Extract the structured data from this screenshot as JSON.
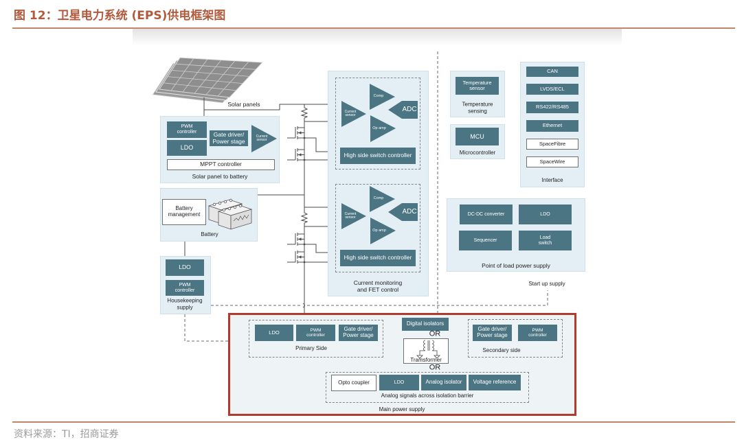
{
  "figure": {
    "title": "图 12：卫星电力系统 (EPS)供电框架图",
    "source": "资料来源：TI，招商证券"
  },
  "colors": {
    "title_accent": "#b25a3c",
    "block_fill": "#4c7584",
    "panel_fill": "#e3eff4",
    "main_supply_border": "#b03a2e"
  },
  "diagram": {
    "solar_panels": {
      "label": "Solar panels"
    },
    "solar_to_battery": {
      "label": "Solar panel to battery",
      "pwm_controller": "PWM\ncontroller",
      "ldo": "LDO",
      "gate_driver": "Gate driver/\nPower stage",
      "current_sensor": "Current\nsensor",
      "mppt_controller": "MPPT controller"
    },
    "battery": {
      "label": "Battery",
      "management": "Battery\nmanagement"
    },
    "housekeeping": {
      "label": "Housekeeping\nsupply",
      "ldo": "LDO",
      "pwm_controller": "PWM\ncontroller"
    },
    "current_monitoring": {
      "label": "Current monitoring\nand FET control",
      "channels": [
        {
          "current_sensor": "Current\nsensor",
          "comparator": "Comp",
          "op_amp": "Op amp",
          "adc": "ADC",
          "switch_controller": "High side switch controller"
        },
        {
          "current_sensor": "Current\nsensor",
          "comparator": "Comp",
          "op_amp": "Op amp",
          "adc": "ADC",
          "switch_controller": "High side switch controller"
        }
      ]
    },
    "temperature_sensing": {
      "label": "Temperature\nsensing",
      "sensor": "Temperature\nsensor"
    },
    "microcontroller": {
      "label": "Microcontroller",
      "mcu": "MCU"
    },
    "interface": {
      "label": "Interface",
      "items": [
        "CAN",
        "LVDS/ECL",
        "RS422/RS485",
        "Ethernet",
        "SpaceFibre",
        "SpaceWire"
      ]
    },
    "point_of_load": {
      "label": "Point of load power supply",
      "items": [
        "DC-DC converter",
        "LDO",
        "Sequencer",
        "Load\nswitch"
      ]
    },
    "startup_supply": {
      "label": "Start up supply"
    },
    "main_power_supply": {
      "label": "Main power supply",
      "primary_side": {
        "label": "Primary Side",
        "items": [
          "LDO",
          "PWM\ncontroller",
          "Gate driver/\nPower stage"
        ]
      },
      "isolation_barrier": {
        "digital_isolators": "Digital isolators",
        "or_1": "OR",
        "transformer": "Tramsformer",
        "or_2": "OR"
      },
      "secondary_side": {
        "label": "Secondary side",
        "items": [
          "Gate driver/\nPower stage",
          "PWM\ncontroller"
        ]
      },
      "analog_signals": {
        "label": "Analog signals across isolation barrier",
        "items": [
          "Opto coupler",
          "LDO",
          "Analog isolator",
          "Voltage reference"
        ]
      }
    }
  }
}
